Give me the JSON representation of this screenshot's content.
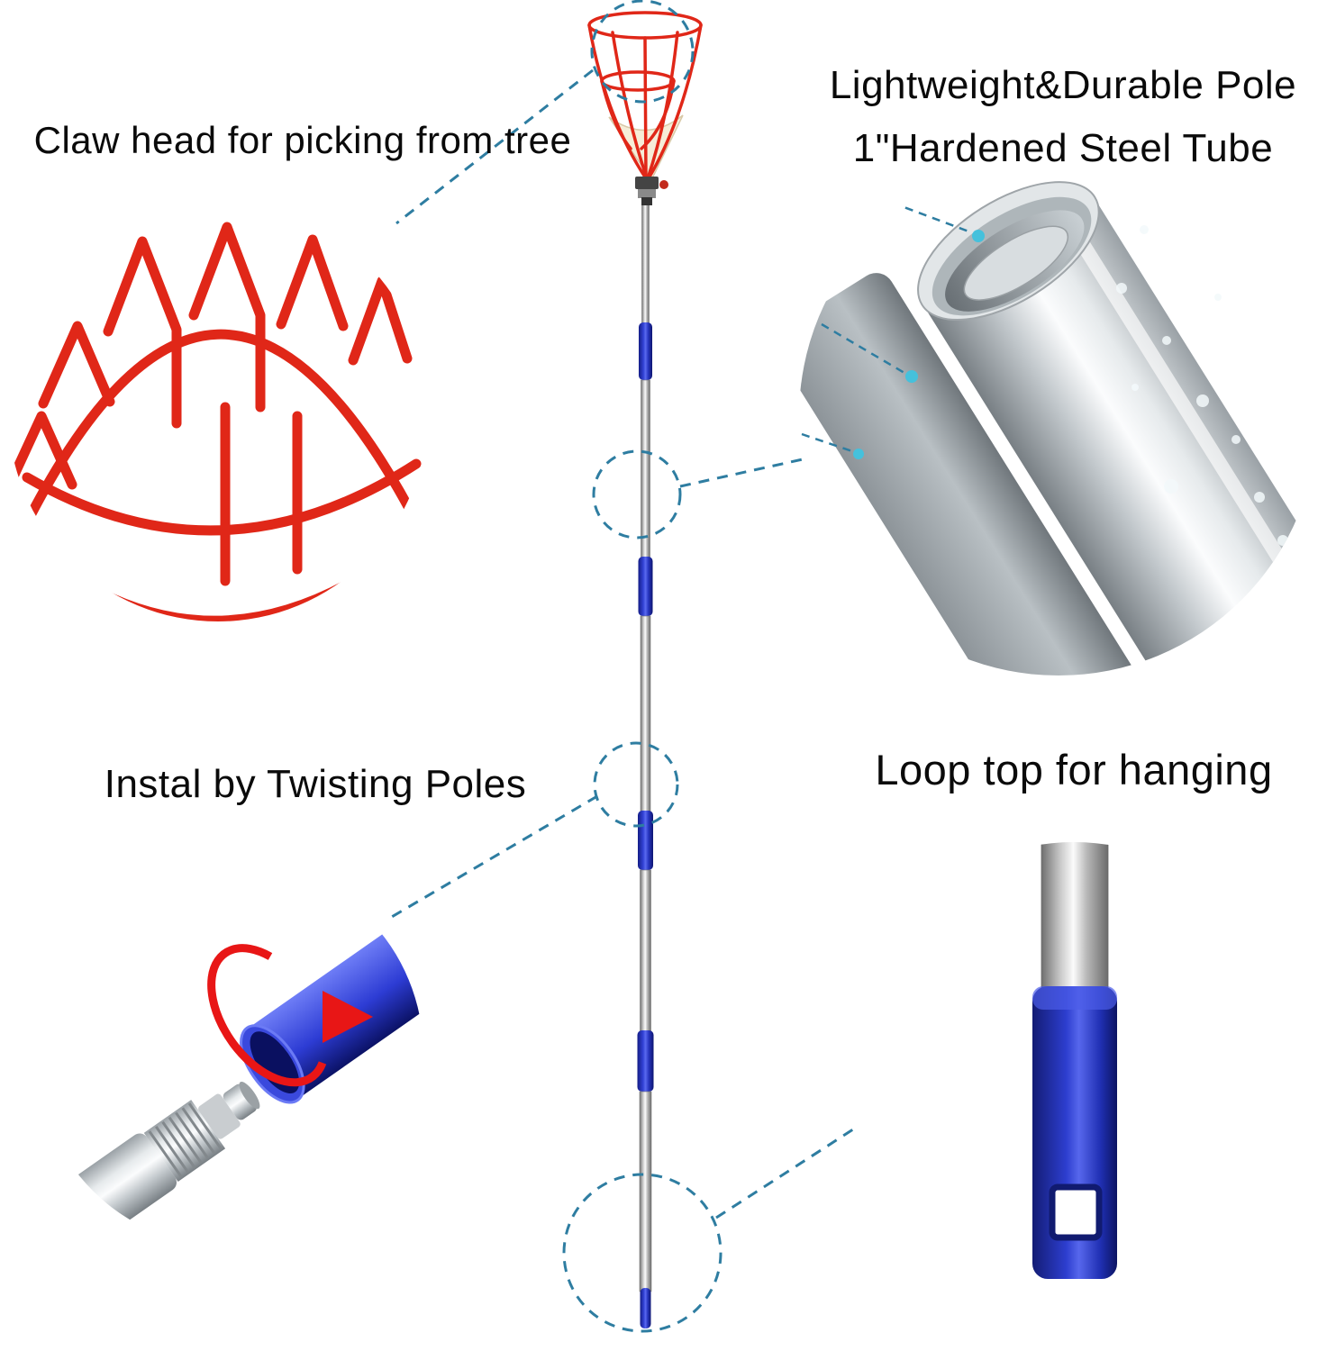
{
  "labels": {
    "claw_head": "Claw head for picking from tree",
    "pole_line1": "Lightweight&Durable Pole",
    "pole_line2": "1\"Hardened Steel Tube",
    "install": "Instal by Twisting Poles",
    "loop_top": "Loop top for hanging"
  },
  "colors": {
    "callout_dash": "#2e7da1",
    "wire_red": "#e02718",
    "arrow_red": "#e81616",
    "plastic_blue": "#2433cf",
    "steel_light": "#fbfbfb",
    "steel_dark": "#6b6b6b",
    "pointer_dot_cyan": "#45c1dc",
    "cloth_cream": "#f6edd8"
  },
  "icons": {
    "claw_closeup": "red-wire-claw-closeup",
    "tube_closeup": "hardened-steel-tube-closeup",
    "twist_closeup": "twist-pole-connection-closeup",
    "loop_closeup": "loop-handle-closeup",
    "callout_circles": "dashed-zoom-callout-circles"
  }
}
